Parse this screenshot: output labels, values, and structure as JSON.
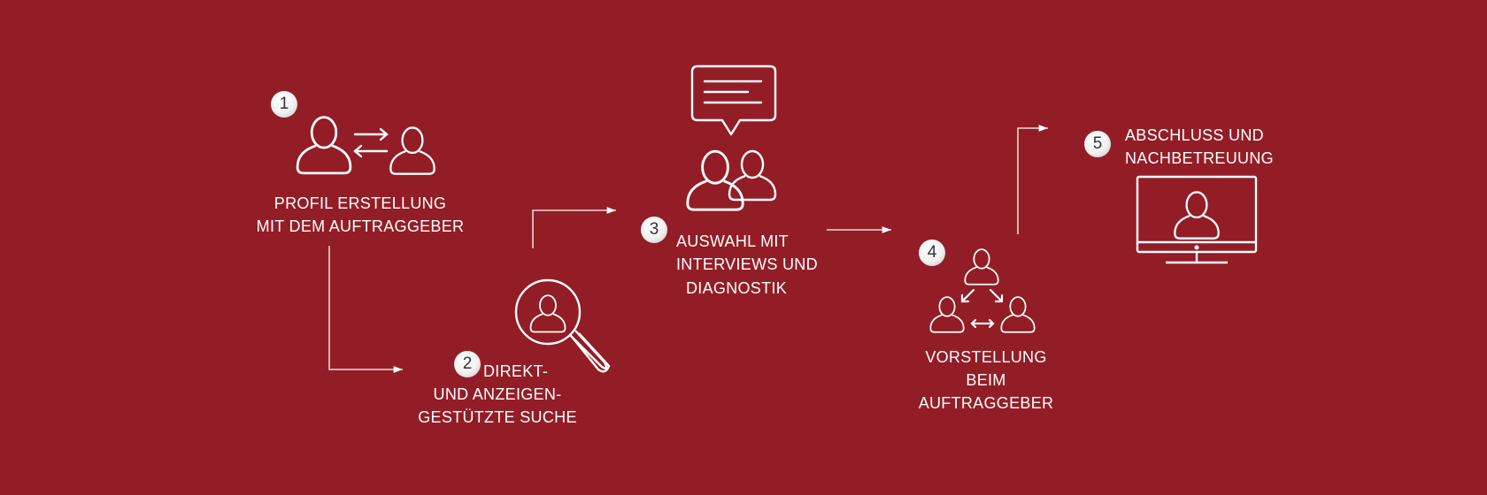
{
  "colors": {
    "background": "#931d26",
    "foreground": "#ffffff"
  },
  "steps": [
    {
      "number": "1",
      "lines": [
        "PROFIL ERSTELLUNG",
        "MIT DEM AUFTRAGGEBER"
      ],
      "icon": "person-exchange-icon"
    },
    {
      "number": "2",
      "lines": [
        "DIREKT-",
        "UND ANZEIGEN-",
        "GESTÜTZTE SUCHE"
      ],
      "icon": "magnifier-person-icon"
    },
    {
      "number": "3",
      "lines": [
        "AUSWAHL MIT",
        "INTERVIEWS UND",
        "DIAGNOSTIK"
      ],
      "icon": "interview-chat-icon"
    },
    {
      "number": "4",
      "lines": [
        "VORSTELLUNG",
        "BEIM",
        "AUFTRAGGEBER"
      ],
      "icon": "team-introduction-icon"
    },
    {
      "number": "5",
      "lines": [
        "ABSCHLUSS UND",
        "NACHBETREUUNG"
      ],
      "icon": "monitor-person-icon"
    }
  ]
}
